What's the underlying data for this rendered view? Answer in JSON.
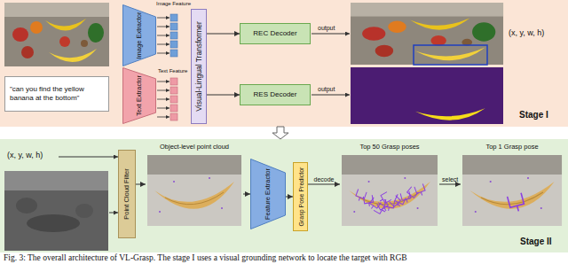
{
  "diagram": {
    "caption": "Fig. 3: The overall architecture of VL-Grasp. The stage I uses a visual grounding network to locate the target with RGB",
    "nodes": [
      {
        "text": [
          "Stage I"
        ]
      },
      {
        "text": [
          "\"can you find the yellow banana at the bottom\""
        ],
        "in": 0
      },
      {
        "text": [
          "Image Extractor"
        ],
        "in": 0
      },
      {
        "text": [
          "Text Extractor"
        ],
        "in": 0
      },
      {
        "text": [
          "Visual-Lingual Transformer"
        ],
        "in": 0
      },
      {
        "text": [
          "REC Decoder"
        ],
        "in": 0
      },
      {
        "text": [
          "RES Decoder"
        ],
        "in": 0
      },
      {
        "text": [
          "Stage II"
        ]
      },
      {
        "text": [
          "Point Cloud Filter"
        ],
        "in": 7
      },
      {
        "text": [
          "Object-level point cloud"
        ],
        "in": 7
      },
      {
        "text": [
          "Feature Extractor"
        ],
        "in": 7
      },
      {
        "text": [
          "Grasp Pose Predictor"
        ],
        "in": 7
      },
      {
        "text": [
          "Top 50 Grasp poses"
        ],
        "in": 7
      },
      {
        "text": [
          "Top 1 Grasp pose"
        ],
        "in": 7
      }
    ],
    "edges": [
      {
        "from": 0,
        "to": 7,
        "arrow": "to"
      },
      {
        "from": 4,
        "to": 5,
        "arrow": "to"
      },
      {
        "from": 4,
        "to": 6,
        "arrow": "to"
      },
      {
        "from": 8,
        "to": 9,
        "arrow": "to"
      },
      {
        "from": 9,
        "to": 10,
        "arrow": "to"
      },
      {
        "from": 10,
        "to": 11,
        "arrow": "to"
      },
      {
        "from": 11,
        "to": 12,
        "label": "decode",
        "arrow": "to"
      },
      {
        "from": 12,
        "to": 13,
        "label": "select",
        "arrow": "to"
      }
    ],
    "labels": [
      "Image Feature",
      "Text Feature",
      "output",
      "output",
      "(x, y, w, h)",
      "(x, y, w, h)"
    ]
  }
}
